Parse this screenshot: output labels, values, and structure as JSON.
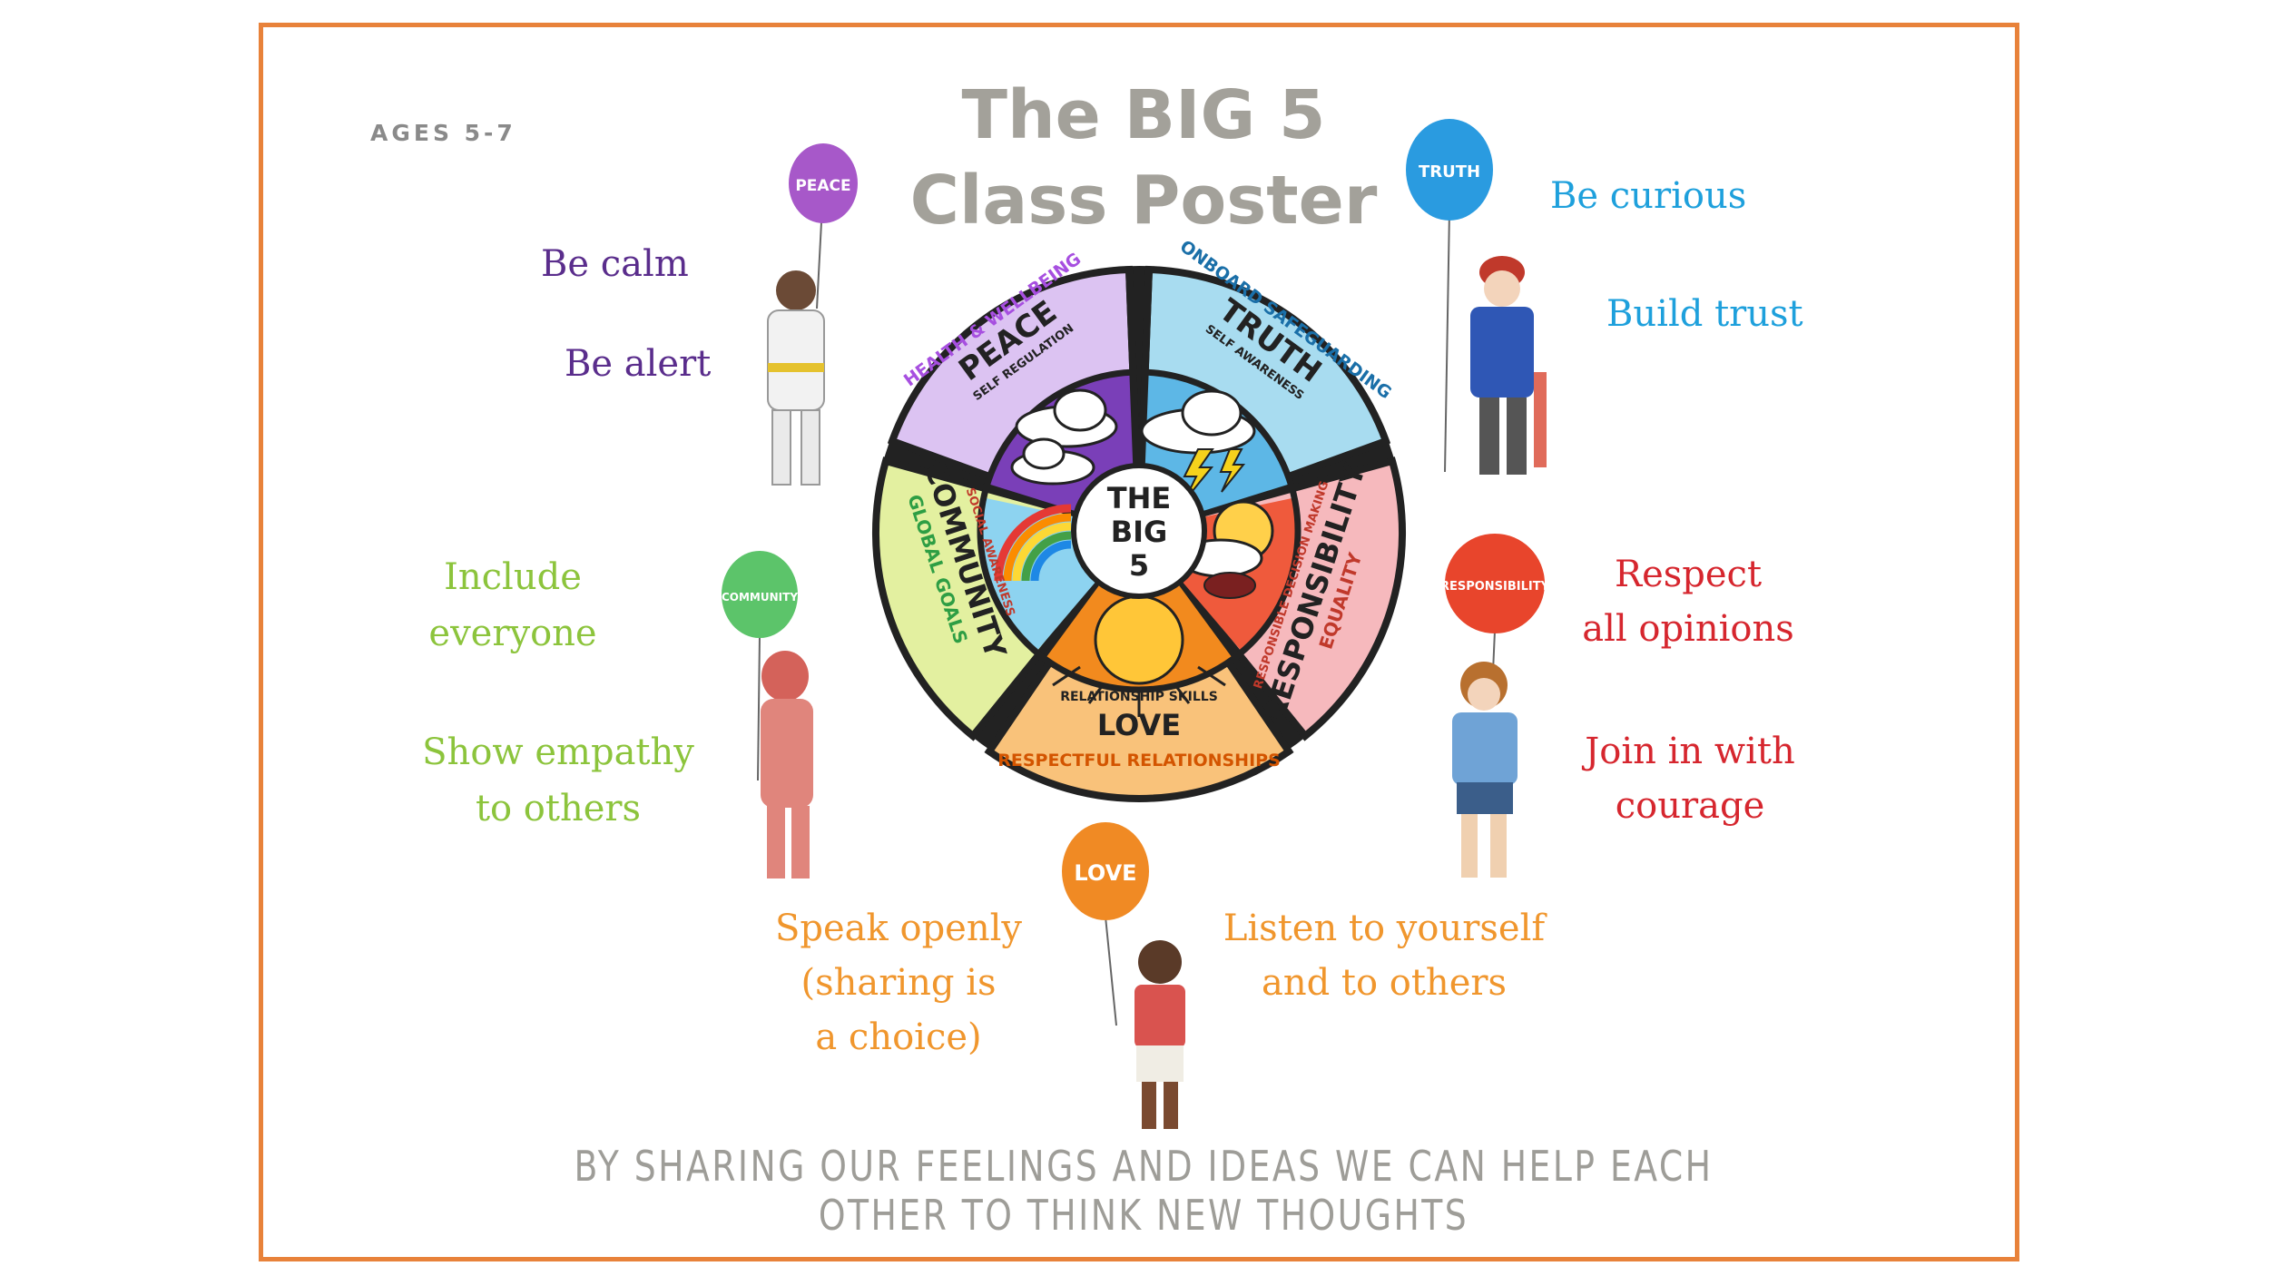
{
  "ages": "AGES 5-7",
  "title_line1": "The BIG 5",
  "title_line2": "Class Poster",
  "colors": {
    "border": "#e8823a",
    "purple": "#5a2d8c",
    "blue": "#1ea0dc",
    "green": "#8cc43c",
    "red": "#d6262e",
    "orange": "#f0962d",
    "grey": "#a3a19a"
  },
  "peace": {
    "line1": "Be calm",
    "line2": "Be alert",
    "balloon": "PEACE"
  },
  "truth": {
    "line1": "Be curious",
    "line2": "Build trust",
    "balloon": "TRUTH"
  },
  "community": {
    "line1": "Include",
    "line2": "everyone",
    "line3": "Show empathy",
    "line4": "to others",
    "balloon": "COMMUNITY"
  },
  "responsibility": {
    "line1": "Respect",
    "line2": "all opinions",
    "line3": "Join in with",
    "line4": "courage",
    "balloon": "RESPONSIBILITY"
  },
  "love": {
    "left1": "Speak openly",
    "left2": "(sharing is",
    "left3": "a choice)",
    "right1": "Listen to yourself",
    "right2": "and to others",
    "balloon": "LOVE"
  },
  "wheel": {
    "center1": "THE",
    "center2": "BIG",
    "center3": "5",
    "peace_a": "HEALTH & WELLBEING",
    "peace_b": "PEACE",
    "peace_c": "SELF REGULATION",
    "truth_a": "ONBOARD SAFEGUARDING",
    "truth_b": "TRUTH",
    "truth_c": "SELF AWARENESS",
    "resp_a": "RESPONSIBLE DECISION MAKING",
    "resp_b": "RESPONSIBILITY",
    "resp_c": "EQUALITY",
    "love_a": "RELATIONSHIP SKILLS",
    "love_b": "LOVE",
    "love_c": "RESPECTFUL RELATIONSHIPS",
    "comm_a": "SOCIAL AWARENESS",
    "comm_b": "COMMUNITY",
    "comm_c": "GLOBAL GOALS"
  },
  "footer": "BY SHARING OUR FEELINGS AND IDEAS WE CAN HELP EACH OTHER TO THINK NEW THOUGHTS"
}
